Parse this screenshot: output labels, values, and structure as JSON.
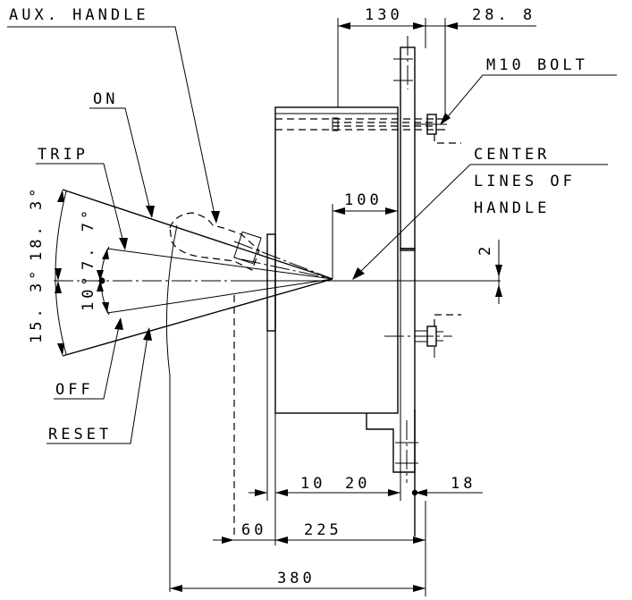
{
  "callouts": {
    "aux_handle": "AUX. HANDLE",
    "on": "ON",
    "trip": "TRIP",
    "off": "OFF",
    "reset": "RESET",
    "m10_bolt": "M10 BOLT",
    "center_lines_1": "CENTER",
    "center_lines_2": "LINES OF",
    "center_lines_3": "HANDLE"
  },
  "dimensions": {
    "d130": "130",
    "d28_8": "28. 8",
    "d100": "100",
    "d2": "2",
    "d10": "10",
    "d20": "20",
    "d18": "18",
    "d60": "60",
    "d225": "225",
    "d380": "380",
    "a18_3": "18. 3°",
    "a15_3": "15. 3°",
    "a10": "10°",
    "a7_7": "7. 7°"
  }
}
